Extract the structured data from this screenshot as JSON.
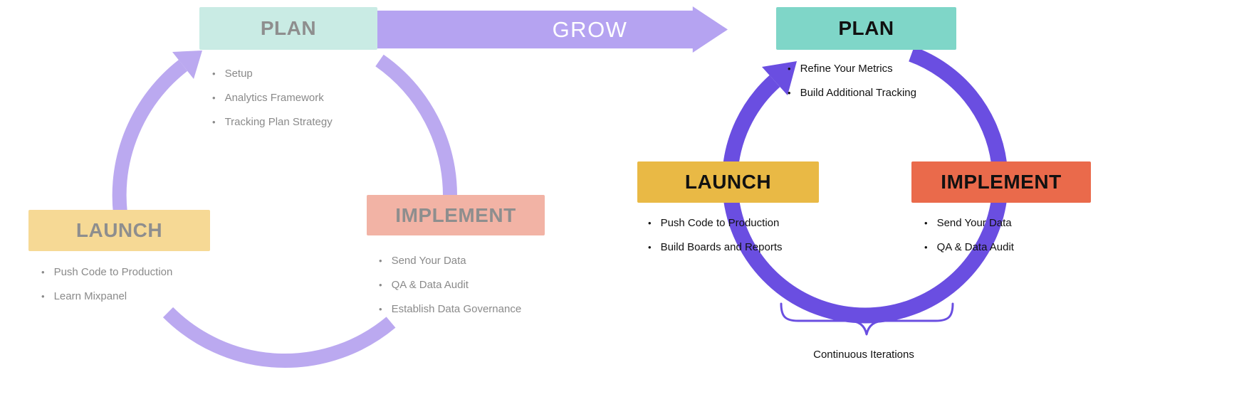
{
  "left_cycle": {
    "arrow_color": "#bba9f0",
    "heading_color": "#8e8e8e",
    "bullet_color": "#8a8a8a",
    "plan": {
      "label": "PLAN",
      "bg": "#c9ebe4",
      "items": [
        "Setup",
        "Analytics Framework",
        "Tracking Plan Strategy"
      ]
    },
    "implement": {
      "label": "IMPLEMENT",
      "bg": "#f2b3a5",
      "items": [
        "Send Your Data",
        "QA & Data Audit",
        "Establish Data Governance"
      ]
    },
    "launch": {
      "label": "LAUNCH",
      "bg": "#f6d995",
      "items": [
        "Push Code to Production",
        "Learn Mixpanel"
      ]
    }
  },
  "grow": {
    "label": "GROW",
    "bg": "#b5a3f1",
    "text_color": "#ffffff"
  },
  "right_cycle": {
    "arrow_color": "#6a4ee1",
    "heading_color": "#111111",
    "bullet_color": "#111111",
    "brace_color": "#6a4ee1",
    "plan": {
      "label": "PLAN",
      "bg": "#7fd6c8",
      "items": [
        "Refine Your Metrics",
        "Build Additional Tracking"
      ]
    },
    "launch": {
      "label": "LAUNCH",
      "bg": "#e9b945",
      "items": [
        "Push Code to Production",
        "Build Boards and Reports"
      ]
    },
    "implement": {
      "label": "IMPLEMENT",
      "bg": "#ea6a4b",
      "items": [
        "Send Your Data",
        "QA & Data Audit"
      ]
    },
    "caption": "Continuous Iterations"
  }
}
